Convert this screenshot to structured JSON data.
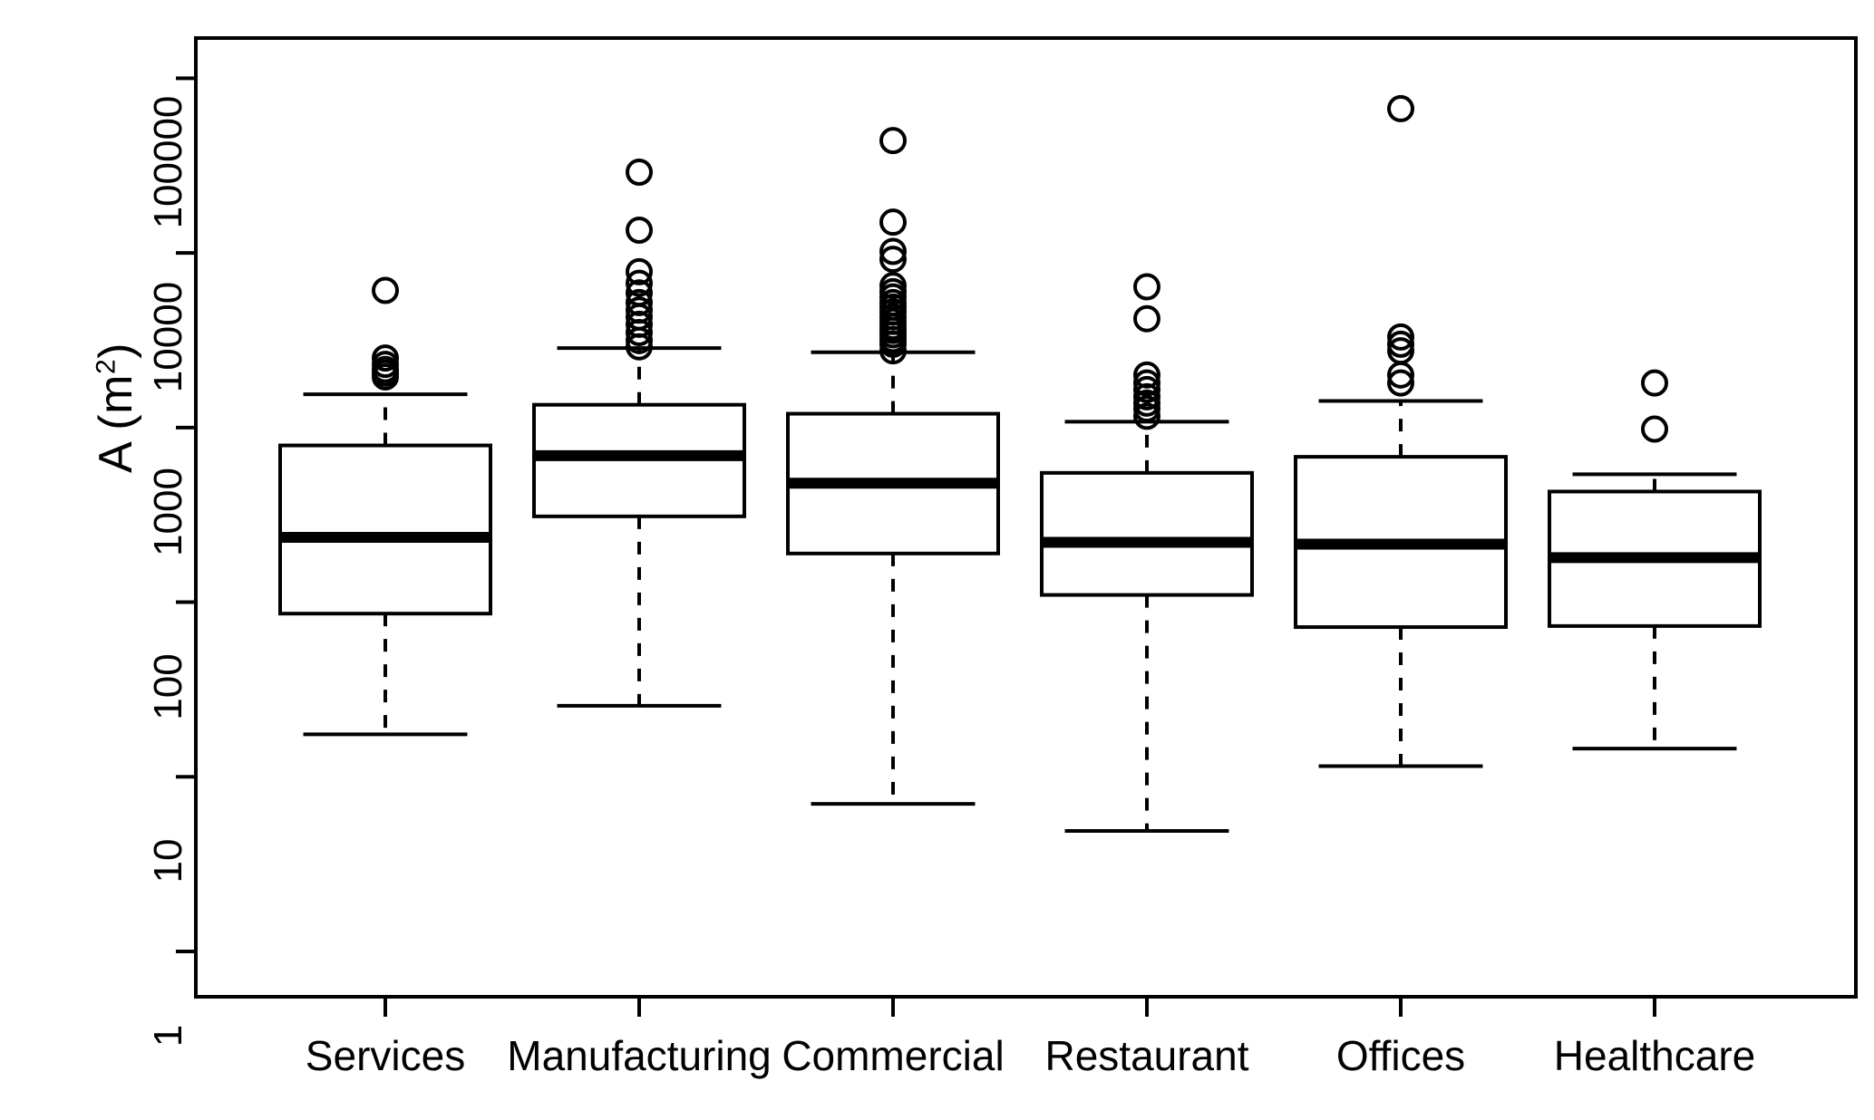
{
  "chart_data": {
    "type": "boxplot",
    "title": "",
    "xlabel": "",
    "ylabel": "A (m2)",
    "ylabel_base": "A (m",
    "ylabel_sup": "2",
    "ylabel_close": ")",
    "yscale": "log10",
    "ylim": [
      0.55,
      170000
    ],
    "ytick_values": [
      1,
      10,
      100,
      1000,
      10000,
      100000
    ],
    "ytick_labels": [
      "1",
      "10",
      "100",
      "1000",
      "10000",
      "100000"
    ],
    "grid": false,
    "legend": null,
    "categories": [
      "Services",
      "Manufacturing",
      "Commercial",
      "Restaurant",
      "Offices",
      "Healthcare"
    ],
    "boxes": [
      {
        "category": "Services",
        "lower_whisker": 17.5,
        "q1": 86,
        "median": 235,
        "q3": 790,
        "upper_whisker": 1550,
        "outliers": [
          6100,
          2500,
          2300,
          2150,
          2050,
          1950
        ]
      },
      {
        "category": "Manufacturing",
        "lower_whisker": 25.5,
        "q1": 310,
        "median": 690,
        "q3": 1350,
        "upper_whisker": 2850,
        "outliers": [
          29000,
          13500,
          7800,
          6700,
          5900,
          5200,
          4700,
          4300,
          3900,
          3500,
          3150,
          2900
        ]
      },
      {
        "category": "Commercial",
        "lower_whisker": 7.0,
        "q1": 190,
        "median": 480,
        "q3": 1200,
        "upper_whisker": 2700,
        "outliers": [
          44000,
          15000,
          10200,
          9200,
          6500,
          6000,
          5600,
          5200,
          4900,
          4600,
          4300,
          4050,
          3800,
          3600,
          3400,
          3200,
          3000,
          2750
        ]
      },
      {
        "category": "Restaurant",
        "lower_whisker": 4.9,
        "q1": 110,
        "median": 220,
        "q3": 550,
        "upper_whisker": 1080,
        "outliers": [
          6400,
          4200,
          2000,
          1800,
          1650,
          1500,
          1380,
          1280,
          1160
        ]
      },
      {
        "category": "Offices",
        "lower_whisker": 11.5,
        "q1": 72,
        "median": 215,
        "q3": 680,
        "upper_whisker": 1420,
        "outliers": [
          67000,
          3300,
          3000,
          2750,
          2000,
          1800
        ]
      },
      {
        "category": "Healthcare",
        "lower_whisker": 14.5,
        "q1": 73,
        "median": 180,
        "q3": 430,
        "upper_whisker": 540,
        "outliers": [
          1800,
          980
        ]
      }
    ]
  },
  "style": {
    "line_color": "#000000",
    "box_fill": "#ffffff",
    "median_color": "#000000",
    "background": "#ffffff"
  }
}
